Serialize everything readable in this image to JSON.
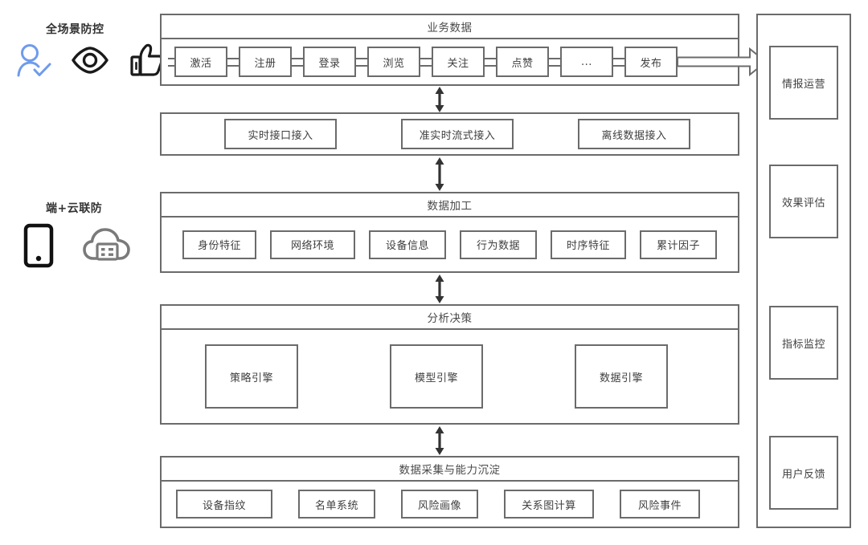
{
  "meta": {
    "accent_blue": "#6e9bec",
    "line_gray": "#6b6b6b",
    "text_gray": "#3f3f3f"
  },
  "left": {
    "groups": [
      {
        "label": "全场景防控",
        "icons": [
          "user-verified-icon",
          "eye-icon",
          "thumbs-up-icon"
        ]
      },
      {
        "label": "端+云联防",
        "icons": [
          "mobile-device-icon",
          "cloud-server-icon"
        ]
      }
    ]
  },
  "rows": [
    {
      "title": "业务数据",
      "cells": [
        "激活",
        "注册",
        "登录",
        "浏览",
        "关注",
        "点赞",
        "...",
        "发布"
      ],
      "end_arrow": "flow-arrow-right-icon"
    },
    {
      "title": "",
      "cells": [
        "实时接口接入",
        "准实时流式接入",
        "离线数据接入"
      ]
    },
    {
      "title": "数据加工",
      "cells": [
        "身份特征",
        "网络环境",
        "设备信息",
        "行为数据",
        "时序特征",
        "累计因子"
      ]
    },
    {
      "title": "分析决策",
      "cells": [
        "策略引擎",
        "模型引擎",
        "数据引擎"
      ]
    },
    {
      "title": "数据采集与能力沉淀",
      "cells": [
        "设备指纹",
        "名单系统",
        "风险画像",
        "关系图计算",
        "风险事件"
      ]
    }
  ],
  "connectors": [
    "double-arrow-vertical-icon",
    "double-arrow-vertical-icon",
    "double-arrow-vertical-icon",
    "double-arrow-vertical-icon"
  ],
  "right_rail": {
    "items": [
      "情报运营",
      "效果评估",
      "指标监控",
      "用户反馈"
    ]
  }
}
